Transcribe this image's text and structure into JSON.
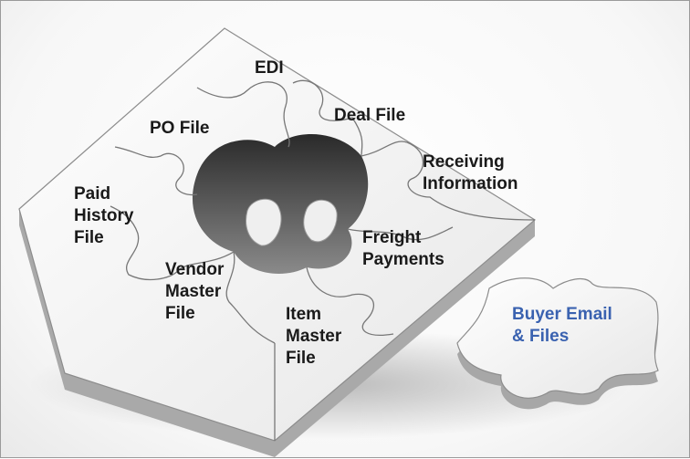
{
  "pieces": {
    "edi": "EDI",
    "deal_file": "Deal File",
    "po_file": "PO File",
    "receiving_information": "Receiving\nInformation",
    "paid_history_file": "Paid\nHistory\nFile",
    "freight_payments": "Freight\nPayments",
    "vendor_master_file": "Vendor\nMaster\nFile",
    "item_master_file": "Item\nMaster\nFile",
    "buyer_email_files": "Buyer Email\n& Files"
  },
  "colors": {
    "piece_top": "#f4f4f4",
    "piece_side": "#b8b8b8",
    "label_text": "#1a1a1a",
    "loose_piece_label": "#3a62b0"
  }
}
